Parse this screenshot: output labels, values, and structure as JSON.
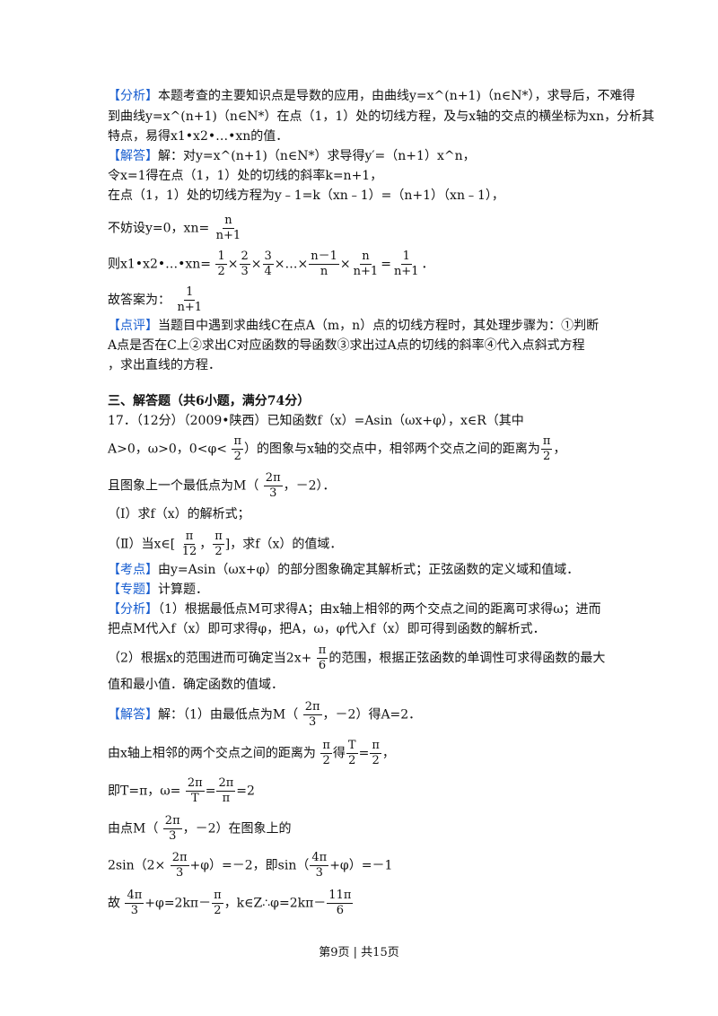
{
  "l1": {
    "tag": "【分析】",
    "text": "本题考查的主要知识点是导数的应用，由曲线y=x^(n+1)（n∈N*），求导后，不难得"
  },
  "l2": "到曲线y=x^(n+1)（n∈N*）在点（1，1）处的切线方程，及与x轴的交点的横坐标为xn，分析其",
  "l3": "特点，易得x1•x2•…•xn的值．",
  "l4": {
    "tag": "【解答】",
    "text": "解：对y=x^(n+1)（n∈N*）求导得y′=（n+1）x^n，"
  },
  "l5": "令x=1得在点（1，1）处的切线的斜率k=n+1，",
  "l6": "在点（1，1）处的切线方程为y﹣1=k（xn﹣1）=（n+1）（xn﹣1），",
  "l7": {
    "pre": "不妨设y=0，xn=",
    "num": "n",
    "den": "n+1"
  },
  "l8": {
    "pre": "则x1•x2•…•xn=",
    "f1n": "1",
    "f1d": "2",
    "f2n": "2",
    "f2d": "3",
    "f3n": "3",
    "f3d": "4",
    "mid": "×…×",
    "f4n": "n－1",
    "f4d": "n",
    "f5n": "n",
    "f5d": "n+1",
    "eq": "=",
    "f6n": "1",
    "f6d": "n+1",
    "end": "．"
  },
  "l9": {
    "pre": "故答案为：",
    "num": "1",
    "den": "n+1"
  },
  "l10": {
    "tag": "【点评】",
    "text": "当题目中遇到求曲线C在点A（m，n）点的切线方程时，其处理步骤为：①判断"
  },
  "l11": "A点是否在C上②求出C对应函数的导函数③求出过A点的切线的斜率④代入点斜式方程",
  "l12": "，求出直线的方程．",
  "section": "三、解答题（共6小题，满分74分）",
  "q17": "17．（12分）（2009•陕西）已知函数f（x）=Asin（ωx+φ），x∈R（其中",
  "q17b": {
    "pre": "A>0，ω>0，0<φ<",
    "n1": "π",
    "d1": "2",
    "mid": "）的图象与x轴的交点中，相邻两个交点之间的距离为",
    "n2": "π",
    "d2": "2",
    "end": "，"
  },
  "q17c": {
    "pre": "且图象上一个最低点为M（",
    "n": "2π",
    "d": "3",
    "end": "，－2）．"
  },
  "q17d": "（Ⅰ）求f（x）的解析式；",
  "q17e": {
    "pre": "（Ⅱ）当x∈[",
    "n1": "π",
    "d1": "12",
    "sep": "，",
    "n2": "π",
    "d2": "2",
    "end": "]，求f（x）的值域．"
  },
  "kd": {
    "tag": "【考点】",
    "text": "由y=Asin（ωx+φ）的部分图象确定其解析式；正弦函数的定义域和值域．"
  },
  "zt": {
    "tag": "【专题】",
    "text": "计算题．"
  },
  "fx1": {
    "tag": "【分析】",
    "text": "（1）根据最低点M可求得A；由x轴上相邻的两个交点之间的距离可求得ω；进而"
  },
  "fx2": "把点M代入f（x）即可求得φ，把A，ω，φ代入f（x）即可得到函数的解析式．",
  "fx3": {
    "pre": "（2）根据x的范围进而可确定当2x+",
    "n": "π",
    "d": "6",
    "end": "的范围，根据正弦函数的单调性可求得函数的最大"
  },
  "fx4": "值和最小值．确定函数的值域．",
  "jd1": {
    "tag": "【解答】",
    "pre": "解：（1）由最低点为M（",
    "n": "2π",
    "d": "3",
    "end": "，－2）得A=2．"
  },
  "jd2": {
    "pre": "由x轴上相邻的两个交点之间的距离为",
    "n1": "π",
    "d1": "2",
    "mid": "得",
    "n2": "T",
    "d2": "2",
    "eq": "=",
    "n3": "π",
    "d3": "2",
    "end": "，"
  },
  "jd3": {
    "pre": "即T=π，ω=",
    "n1": "2π",
    "d1": "T",
    "eq": "=",
    "n2": "2π",
    "d2": "π",
    "end": "=2"
  },
  "jd4": {
    "pre": "由点M（",
    "n": "2π",
    "d": "3",
    "end": "，－2）在图象上的"
  },
  "jd5": {
    "pre": "2sin（2×",
    "n1": "2π",
    "d1": "3",
    "mid": "+φ）=－2，即sin（",
    "n2": "4π",
    "d2": "3",
    "end": "+φ）=－1"
  },
  "jd6": {
    "pre": "故",
    "n1": "4π",
    "d1": "3",
    "mid": "+φ=2kπ－",
    "n2": "π",
    "d2": "2",
    "mid2": "，k∈Z∴φ=2kπ－",
    "n3": "11π",
    "d3": "6"
  },
  "footer": "第9页 | 共15页"
}
